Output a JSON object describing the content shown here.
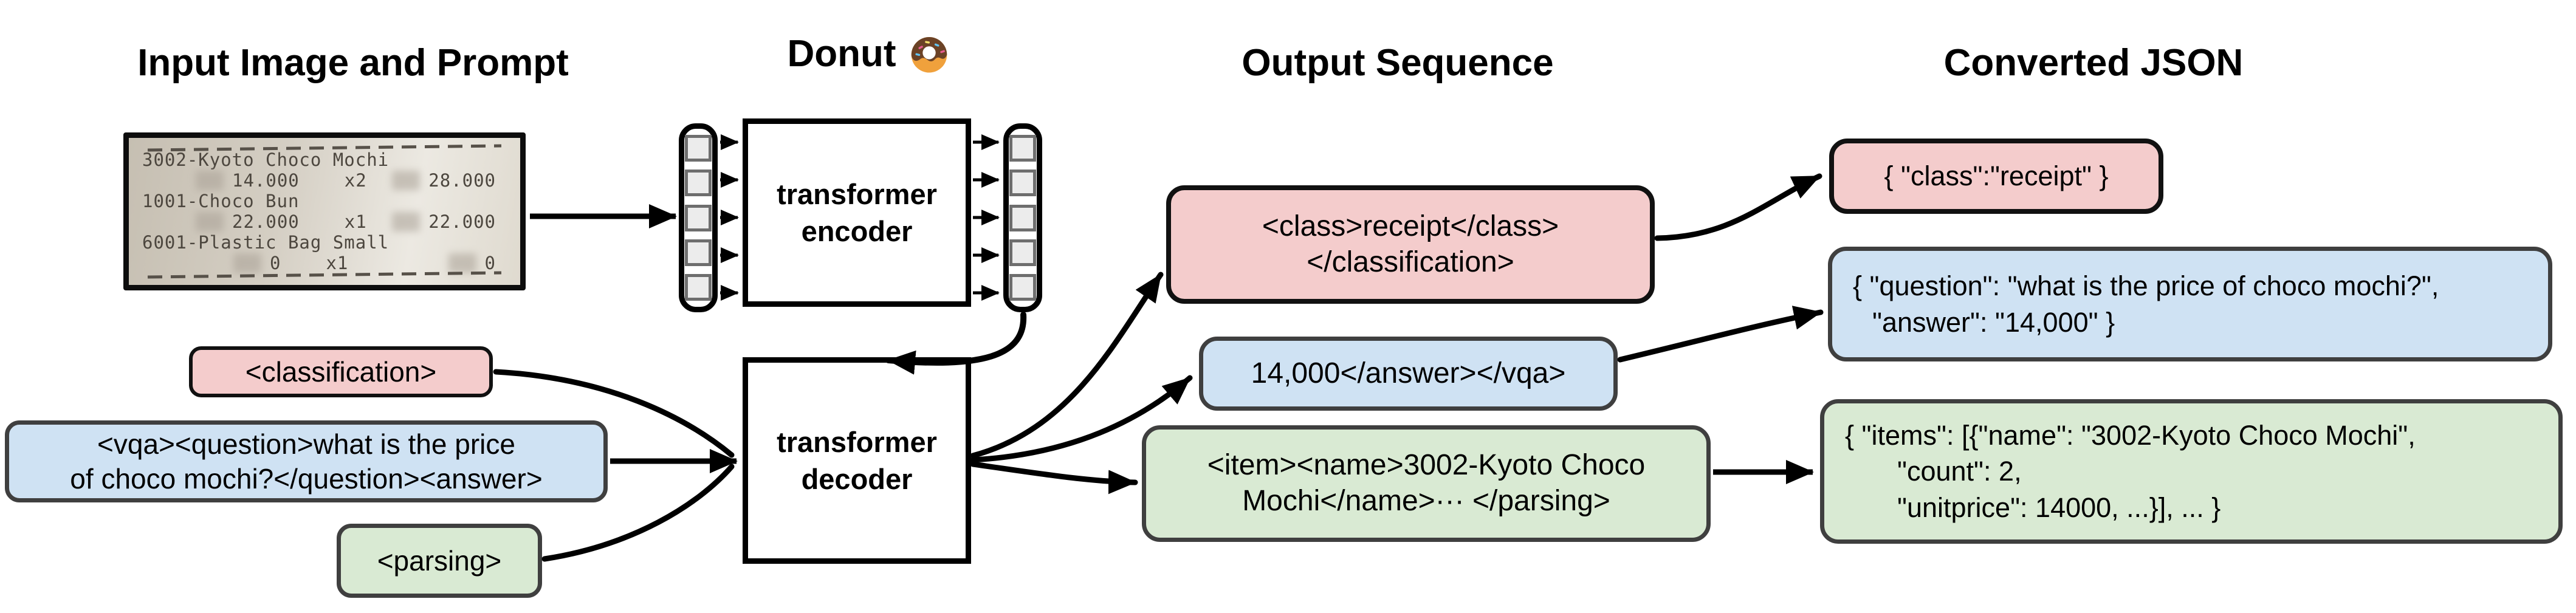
{
  "titles": {
    "input": "Input Image and Prompt",
    "model": "Donut",
    "output": "Output Sequence",
    "json": "Converted JSON"
  },
  "receipt": {
    "item1_name": "3002-Kyoto Choco Mochi",
    "item1_price": "14.000",
    "item1_qty": "x2",
    "item1_total": "28.000",
    "item2_name": "1001-Choco Bun",
    "item2_price": "22.000",
    "item2_qty": "x1",
    "item2_total": "22.000",
    "item3_name": "6001-Plastic Bag Small",
    "item3_price": "0",
    "item3_qty": "x1",
    "item3_total": "0"
  },
  "model": {
    "encoder_line1": "transformer",
    "encoder_line2": "encoder",
    "decoder_line1": "transformer",
    "decoder_line2": "decoder"
  },
  "prompts": {
    "classification": "<classification>",
    "vqa_line1": "<vqa><question>what is the price",
    "vqa_line2": "of choco mochi?</question><answer>",
    "parsing": "<parsing>"
  },
  "outputs": {
    "classification_line1": "<class>receipt</class>",
    "classification_line2": "</classification>",
    "vqa": "14,000</answer></vqa>",
    "parsing_line1": "<item><name>3002-Kyoto Choco",
    "parsing_line2": "Mochi</name>··· </parsing>"
  },
  "json_outputs": {
    "classification": "{ \"class\":\"receipt\" }",
    "vqa_line1": "{ \"question\": \"what is the price of choco mochi?\",",
    "vqa_line2": "\"answer\": \"14,000\" }",
    "parsing_line1": "{ \"items\": [{\"name\": \"3002-Kyoto Choco Mochi\",",
    "parsing_line2": "\"count\": 2,",
    "parsing_line3": "\"unitprice\": 14000, ...}], ... }"
  },
  "colors": {
    "classification_fill": "#f4cccc",
    "vqa_fill": "#cfe2f3",
    "parsing_fill": "#d9ead3",
    "dark_border": "#3f3f3f",
    "black": "#000000"
  }
}
